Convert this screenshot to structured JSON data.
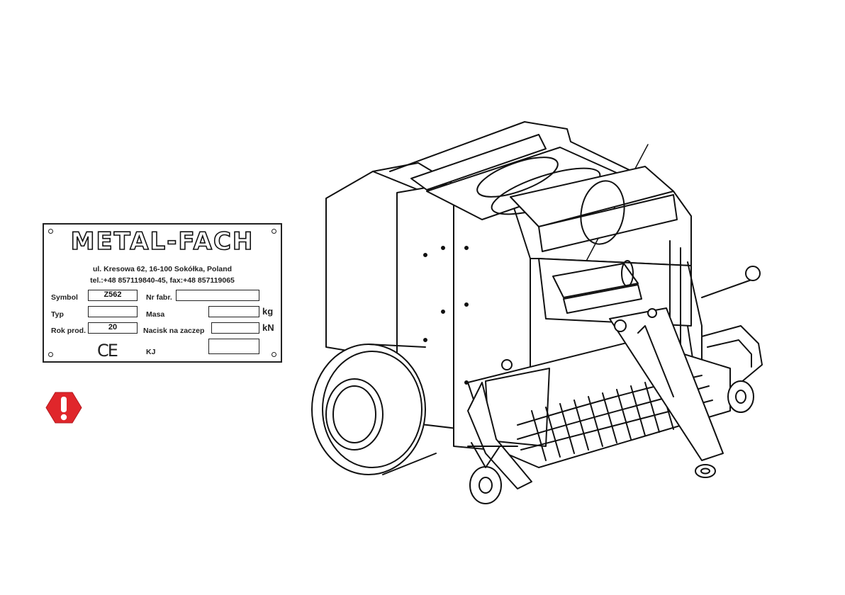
{
  "plate": {
    "brand": "METAL-FACH",
    "address_line": "ul. Kresowa 62, 16-100 Sokółka, Poland",
    "contact_line": "tel.:+48 857119840-45, fax:+48 857119065",
    "fields": {
      "symbol_label": "Symbol",
      "symbol_value": "Z562",
      "serial_label": "Nr fabr.",
      "serial_value": "",
      "type_label": "Typ",
      "type_value": "",
      "mass_label": "Masa",
      "mass_value": "",
      "mass_unit": "kg",
      "year_label": "Rok prod.",
      "year_value": "20",
      "hitch_label": "Nacisk na zaczep",
      "hitch_value": "",
      "hitch_unit": "kN",
      "kj_label": "KJ",
      "kj_value": ""
    },
    "ce_mark": "CE"
  },
  "warning": {
    "icon": "exclamation-icon",
    "color": "#e0262b"
  },
  "illustration": {
    "subject": "round-baler-drawing"
  }
}
